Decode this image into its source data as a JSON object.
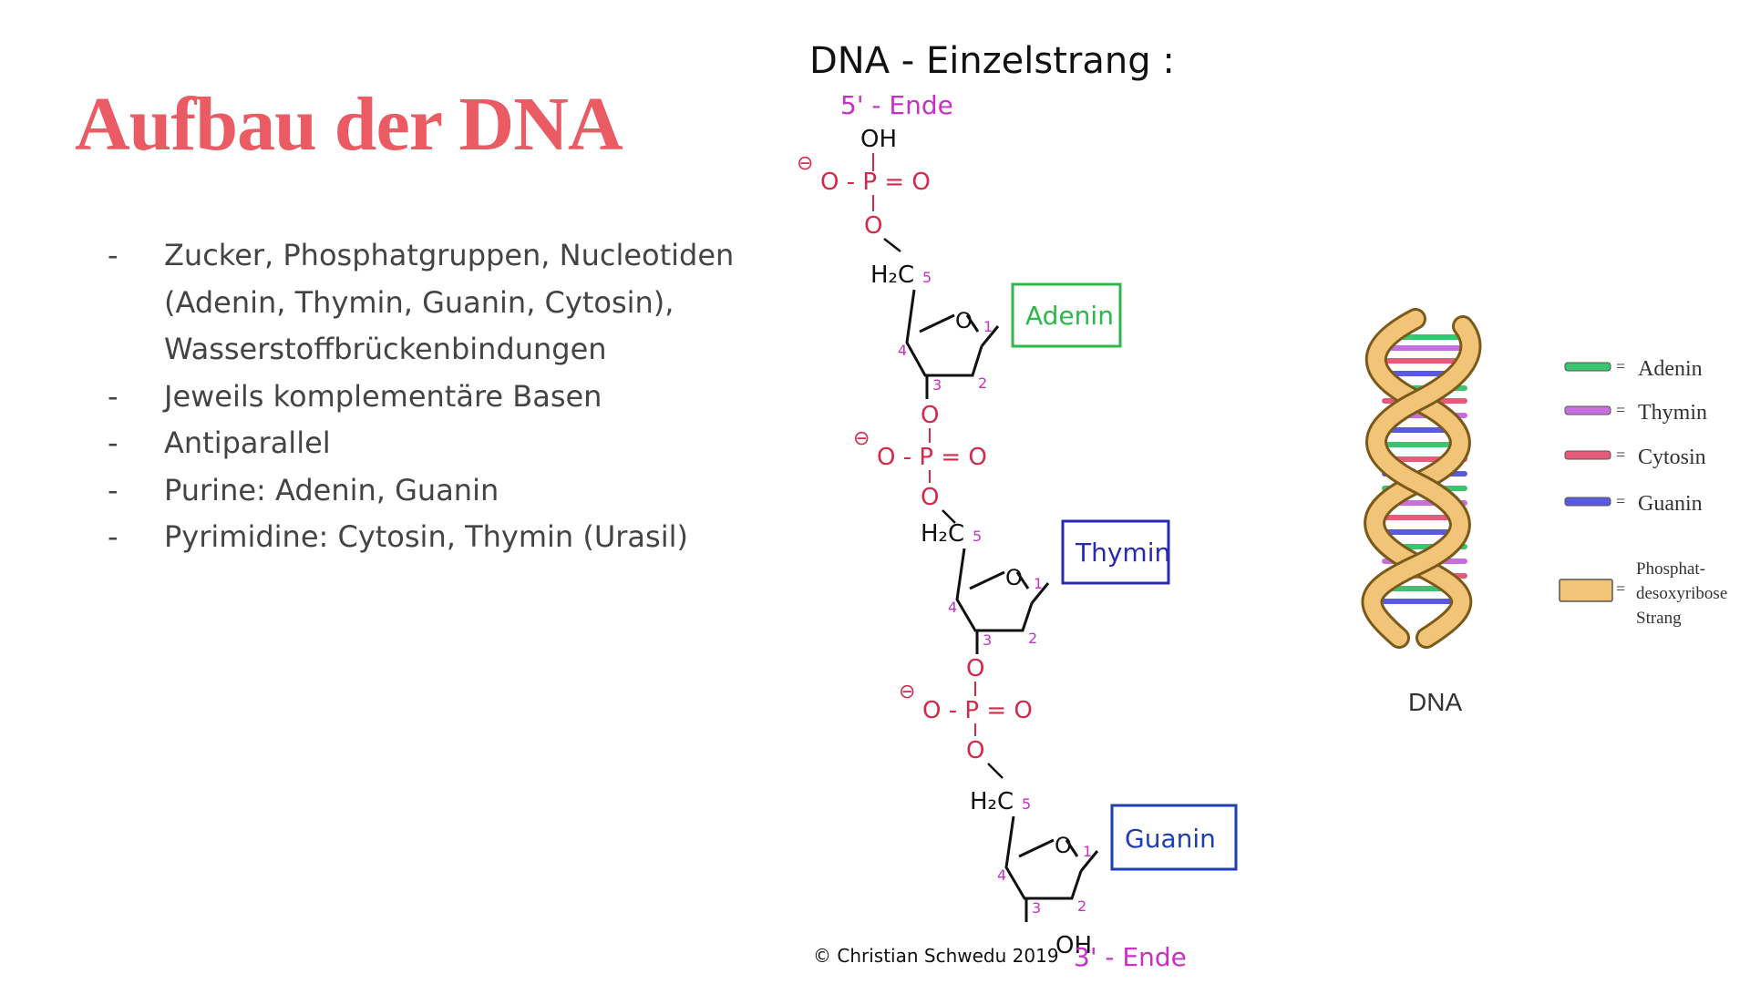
{
  "title": "Aufbau der DNA",
  "bullets": [
    "Zucker, Phosphatgruppen, Nucleotiden (Adenin, Thymin, Guanin, Cytosin), Wasserstoffbrückenbindungen",
    "Jeweils komplementäre Basen",
    "Antiparallel",
    "Purine: Adenin, Guanin",
    "Pyrimidine: Cytosin, Thymin (Urasil)"
  ],
  "strand_diagram": {
    "heading": "DNA - Einzelstrang :",
    "five_prime_end": "5' - Ende",
    "three_prime_end": "3' - Ende",
    "top_oh": "OH",
    "bottom_oh": "OH",
    "phosphate": {
      "minus": "⊖",
      "o_left": "O - P = O",
      "o": "O"
    },
    "nucleotides": [
      {
        "base": "Adenin",
        "color": "#2db84a"
      },
      {
        "base": "Thymin",
        "color": "#2a2ab0"
      },
      {
        "base": "Guanin",
        "color": "#1f3eb0"
      }
    ],
    "sugar": {
      "h2c": "H₂C",
      "o": "O",
      "n1": "1",
      "n2": "2",
      "n3": "3",
      "n4": "4",
      "n5": "5"
    },
    "copyright": "© Christian Schwedu 2019"
  },
  "helix_diagram": {
    "caption": "DNA",
    "legend": [
      {
        "label": "Adenin",
        "color": "#3cc46e"
      },
      {
        "label": "Thymin",
        "color": "#c86fe0"
      },
      {
        "label": "Cytosin",
        "color": "#e85a7a"
      },
      {
        "label": "Guanin",
        "color": "#5a5ae0"
      }
    ],
    "backbone": {
      "label_lines": [
        "Phosphat-",
        "desoxyribose",
        "Strang"
      ],
      "color": "#f2c477"
    },
    "equals": "="
  },
  "colors": {
    "title": "#ea5b63",
    "phosphate_red": "#d42a4a",
    "position_magenta": "#c730c7",
    "body_text": "#444444"
  }
}
